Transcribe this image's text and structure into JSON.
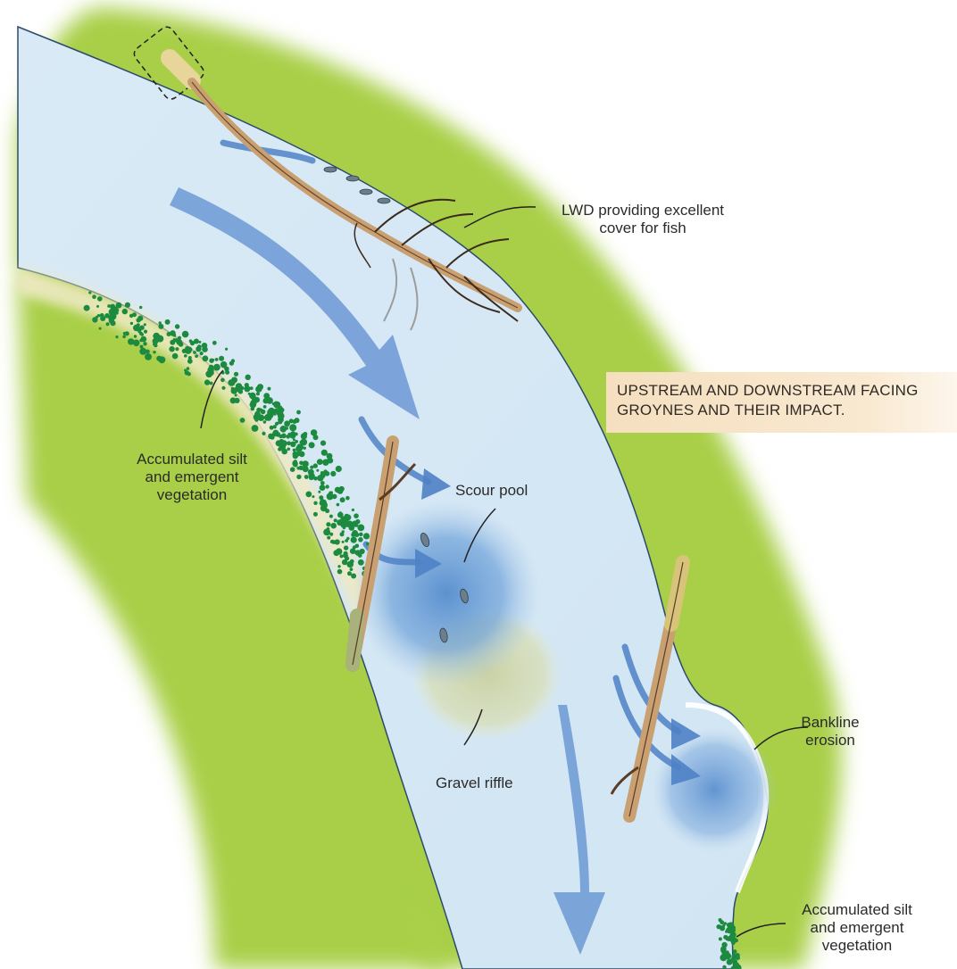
{
  "title": {
    "line1": "UPSTREAM AND DOWNSTREAM FACING",
    "line2": "GROYNES AND THEIR IMPACT."
  },
  "labels": {
    "lwd": {
      "line1": "LWD providing excellent",
      "line2": "cover for fish"
    },
    "silt_left": {
      "line1": "Accumulated silt",
      "line2": "and emergent",
      "line3": "vegetation"
    },
    "scour_pool": "Scour pool",
    "gravel_riffle": "Gravel riffle",
    "bankline": {
      "line1": "Bankline",
      "line2": "erosion"
    },
    "silt_right": {
      "line1": "Accumulated silt",
      "line2": "and emergent",
      "line3": "vegetation"
    }
  },
  "colors": {
    "bank": "#a9cf48",
    "water": "#d6e9f5",
    "flow_arrow": "#5d8ed0",
    "vegetation": "#1c8a3f",
    "wood": "#c9a071",
    "scour": "#5f97d2",
    "gravel": "#d6dcaa"
  }
}
